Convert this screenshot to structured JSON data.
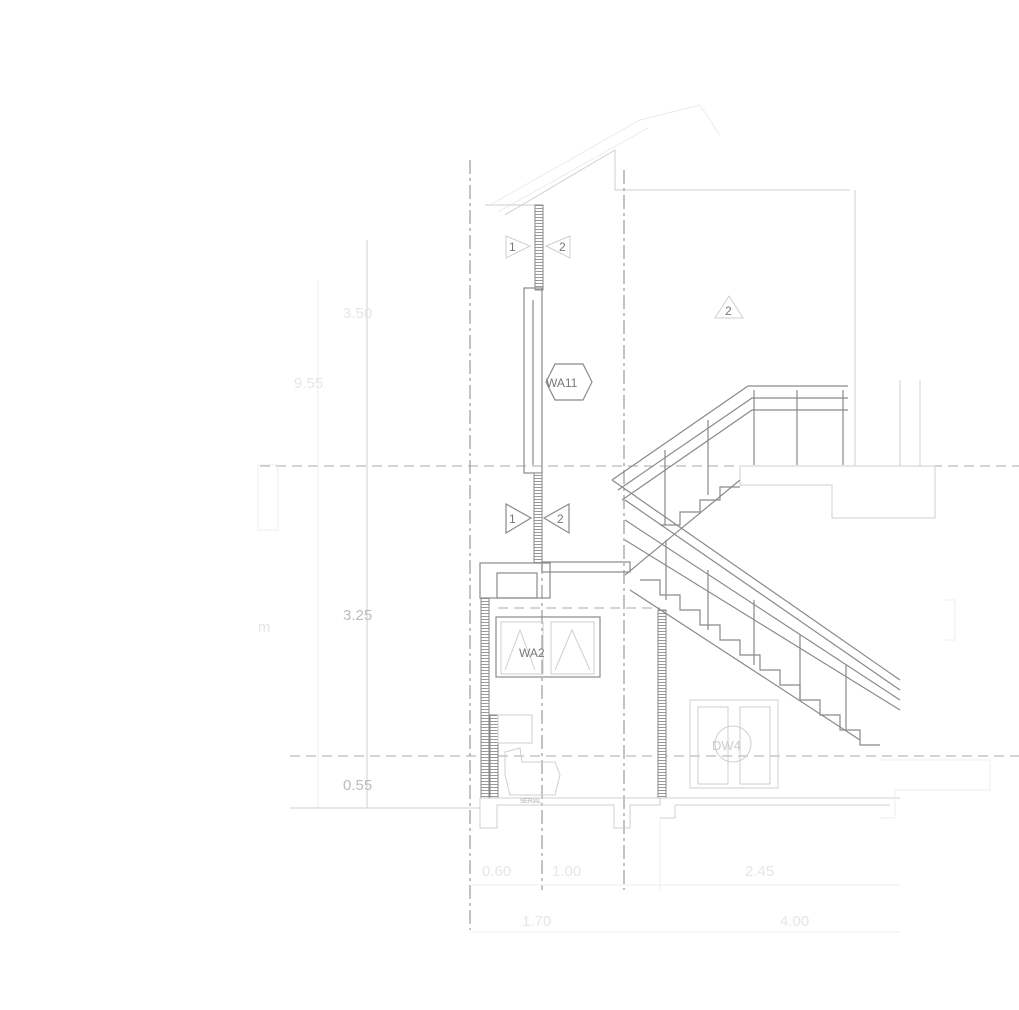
{
  "drawing": {
    "dimensions_vertical": [
      "3.50",
      "9.55",
      "3.25",
      "0.55"
    ],
    "dimensions_horizontal": [
      "0.60",
      "1.00",
      "2.45",
      "1.70",
      "4.00"
    ],
    "left_partial_label": "m",
    "window_tags": [
      "WA11",
      "WA2",
      "DW4"
    ],
    "section_markers": [
      "1",
      "2",
      "1",
      "2",
      "2"
    ],
    "fixture_label": "SERIAL"
  }
}
